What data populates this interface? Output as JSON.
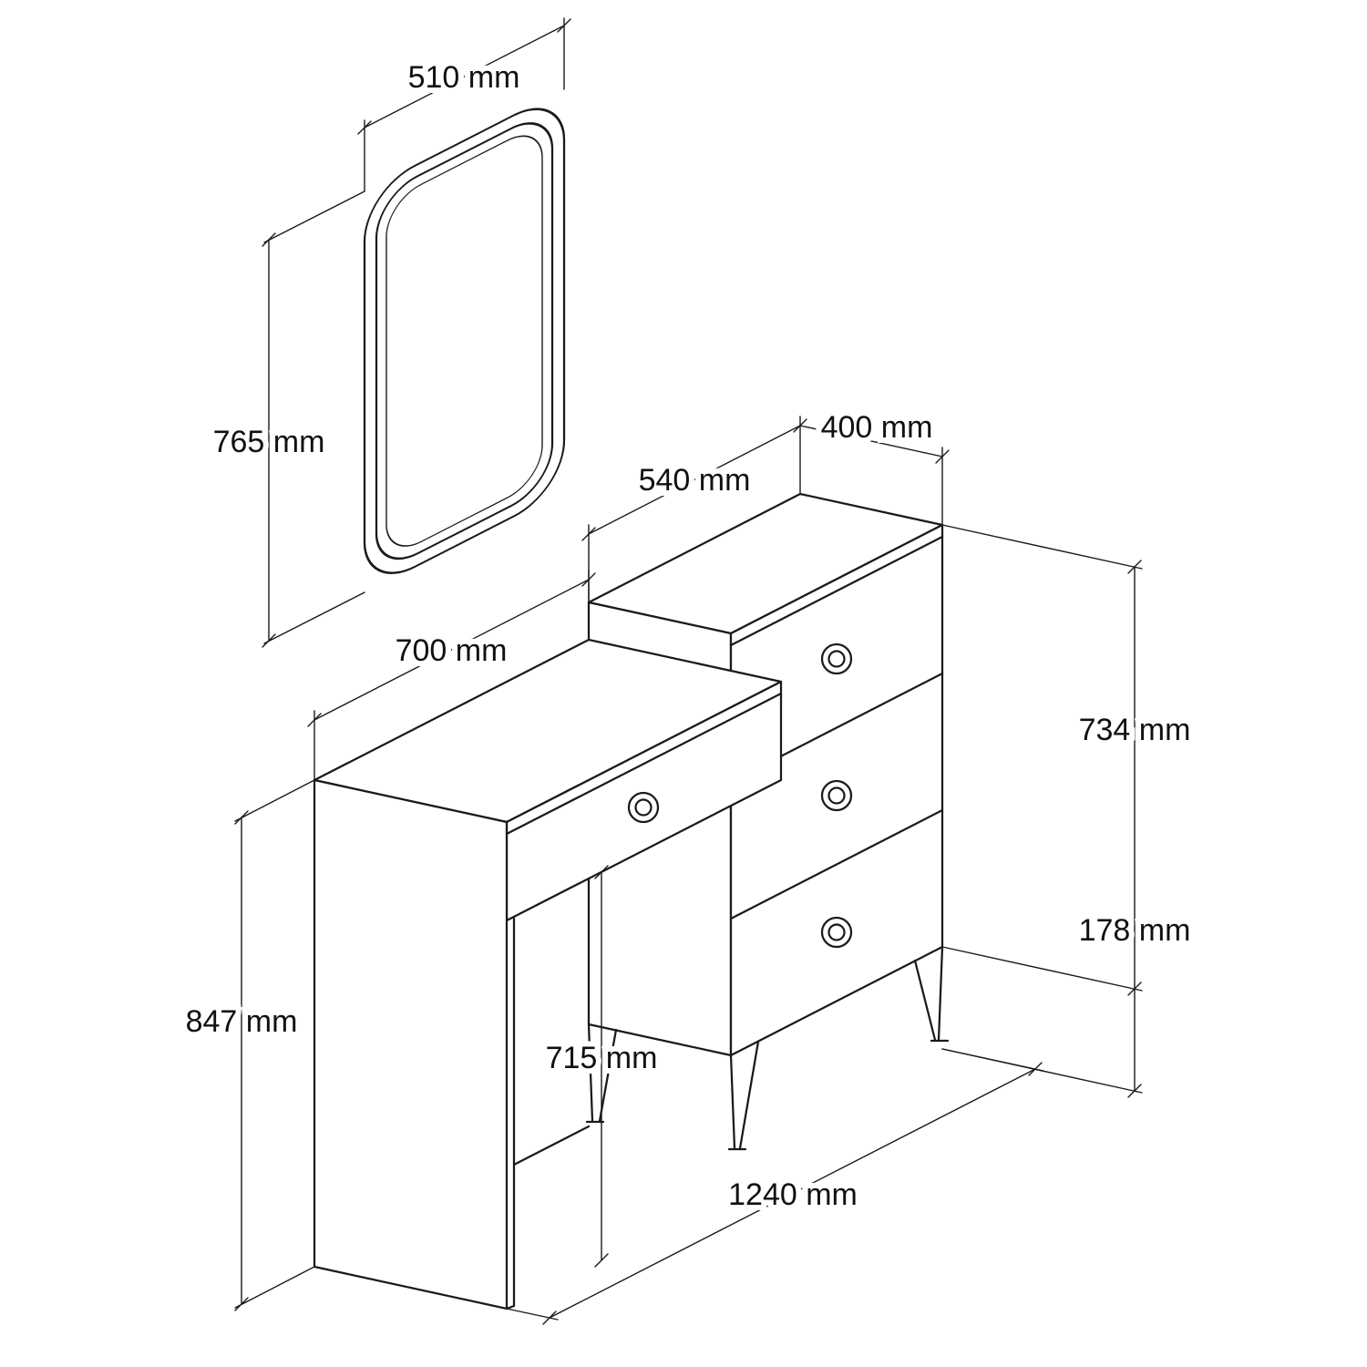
{
  "diagram": {
    "type": "furniture-dimension-drawing",
    "subject": "dressing table with mirror and three-drawer chest",
    "unit": "mm",
    "line_color": "#1a1a1a",
    "background_color": "#ffffff",
    "dimensions": {
      "mirror_width": {
        "value": 510,
        "label": "510 mm"
      },
      "mirror_height": {
        "value": 765,
        "label": "765 mm"
      },
      "desk_width": {
        "value": 700,
        "label": "700 mm"
      },
      "chest_top_width": {
        "value": 540,
        "label": "540 mm"
      },
      "chest_top_depth": {
        "value": 400,
        "label": "400 mm"
      },
      "chest_body_height": {
        "value": 734,
        "label": "734 mm"
      },
      "leg_height": {
        "value": 178,
        "label": "178 mm"
      },
      "desk_height": {
        "value": 847,
        "label": "847 mm"
      },
      "knee_clearance": {
        "value": 715,
        "label": "715 mm"
      },
      "total_width": {
        "value": 1240,
        "label": "1240 mm"
      }
    }
  }
}
